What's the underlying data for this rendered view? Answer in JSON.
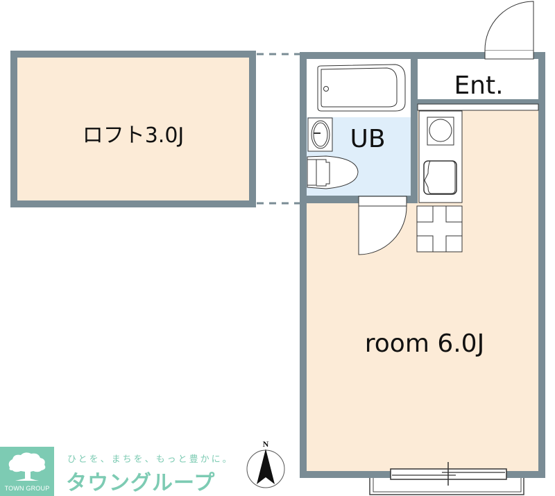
{
  "floorplan": {
    "rooms": {
      "loft": {
        "label": "ロフト3.0J",
        "fill": "#fcebd7"
      },
      "unit_bath": {
        "label": "UB",
        "fill": "#dfeefa"
      },
      "entrance": {
        "label": "Ent.",
        "fill": "#ffffff"
      },
      "main_room": {
        "label": "room 6.0J",
        "fill": "#fcebd7"
      }
    },
    "colors": {
      "wall": "#7a8c95",
      "fixture_line": "#333333"
    },
    "fixtures": [
      "bathtub",
      "washbasin",
      "toilet",
      "washing-machine-space",
      "kitchen-sink",
      "stove",
      "entrance-door",
      "bathroom-door",
      "balcony-window"
    ]
  },
  "compass": {
    "label": "N"
  },
  "branding": {
    "logo_text": "TOWN GROUP",
    "tagline": "ひとを、まちを、もっと豊かに。",
    "brand_name": "タウングループ",
    "accent": "#7dcbb3"
  }
}
